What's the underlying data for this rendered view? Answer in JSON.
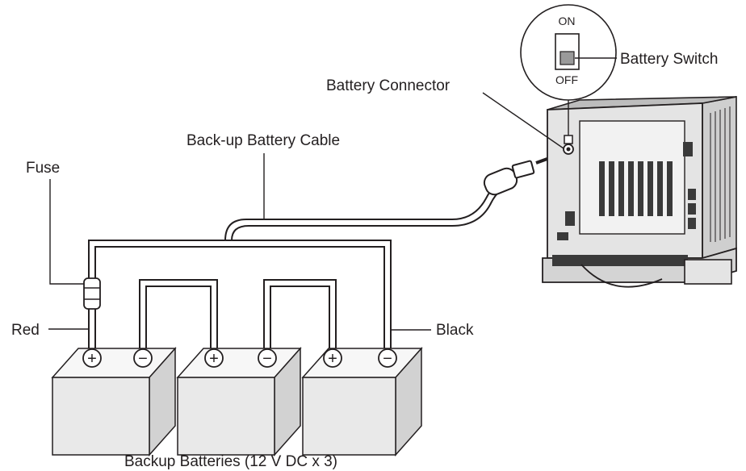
{
  "labels": {
    "battery_switch": "Battery Switch",
    "switch_on": "ON",
    "switch_off": "OFF",
    "battery_connector": "Battery Connector",
    "backup_cable": "Back-up Battery Cable",
    "fuse": "Fuse",
    "red": "Red",
    "black": "Black",
    "caption": "Backup Batteries (12 V DC x 3)"
  },
  "batteries": [
    {
      "positive": "+",
      "negative": "−"
    },
    {
      "positive": "+",
      "negative": "−"
    },
    {
      "positive": "+",
      "negative": "−"
    }
  ],
  "colors": {
    "line": "#231f20",
    "battery_top": "#f7f7f7",
    "battery_front": "#e9e9e9",
    "battery_side": "#d2d2d2",
    "device_body": "#e4e4e4",
    "device_dark": "#3a3a3a",
    "switch_knob": "#9a9a9a"
  }
}
